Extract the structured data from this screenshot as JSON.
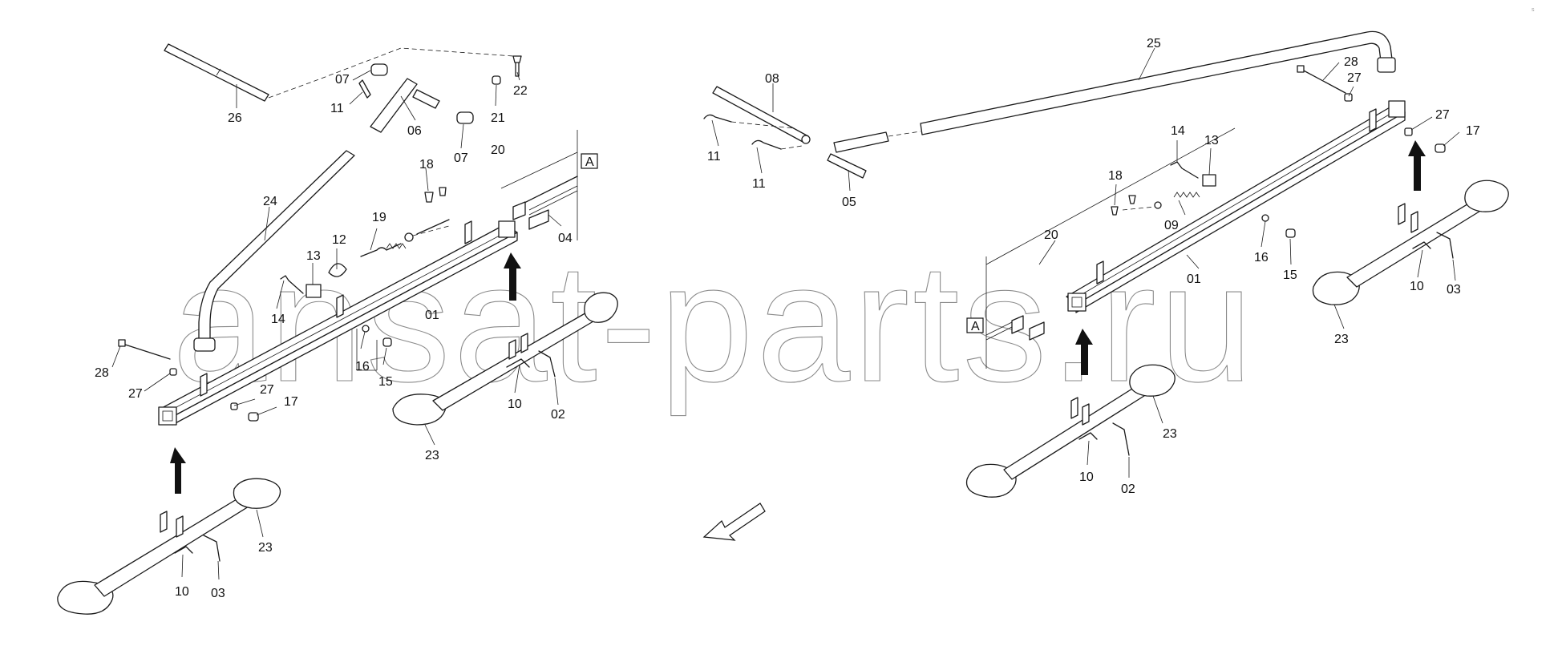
{
  "watermark": "ansat-parts.ru",
  "corner_text": "s",
  "labels": {
    "left": {
      "l26": "26",
      "l07a": "07",
      "l11": "11",
      "l06": "06",
      "l07b": "07",
      "l21": "21",
      "l22": "22",
      "l18": "18",
      "l20": "20",
      "l24": "24",
      "l19": "19",
      "l12": "12",
      "l13": "13",
      "l14": "14",
      "l04": "04",
      "l01": "01",
      "l16": "16",
      "l15": "15",
      "l28": "28",
      "l27a": "27",
      "l27b": "27",
      "l17": "17",
      "l10a": "10",
      "l02": "02",
      "l23a": "23",
      "l23b": "23",
      "l10b": "10",
      "l03": "03",
      "boxA": "A"
    },
    "right": {
      "l08": "08",
      "l11a": "11",
      "l11b": "11",
      "l05": "05",
      "l25": "25",
      "l28": "28",
      "l27a": "27",
      "l27b": "27",
      "l17": "17",
      "l14": "14",
      "l13": "13",
      "l18": "18",
      "l09": "09",
      "l20": "20",
      "l16": "16",
      "l15": "15",
      "l01": "01",
      "l10a": "10",
      "l03": "03",
      "l23a": "23",
      "l23b": "23",
      "l10b": "10",
      "l02": "02",
      "boxA": "A"
    }
  },
  "colors": {
    "line": "#1a1a1a",
    "watermark": "#8a8a8a",
    "background": "#ffffff"
  }
}
